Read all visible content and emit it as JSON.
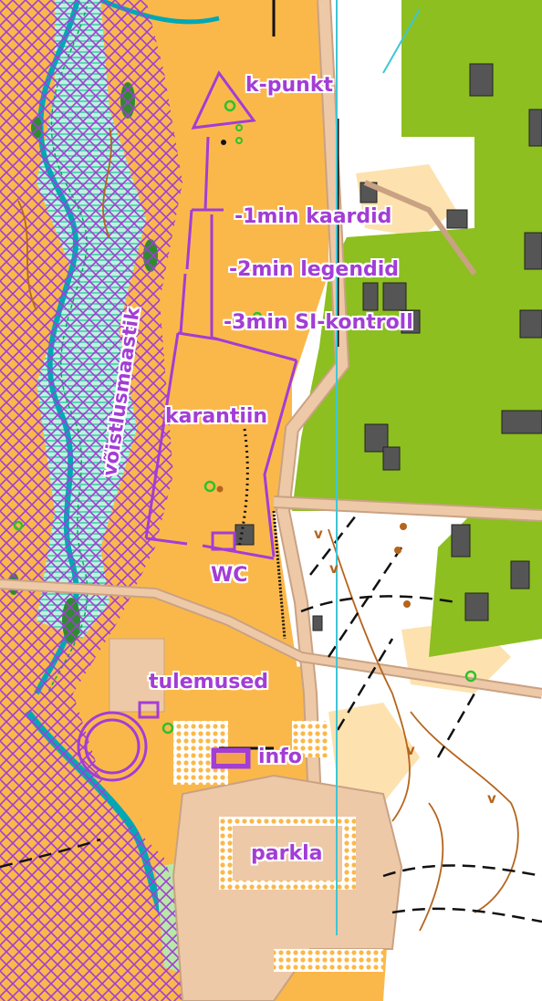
{
  "map": {
    "labels": {
      "kpunkt": "k-punkt",
      "kaardid": "-1min kaardid",
      "legendid": "-2min legendid",
      "sikontroll": "-3min SI-kontroll",
      "voistlusmaastik": "võistlusmaastik",
      "karantiin": "karantiin",
      "wc": "WC",
      "tulemused": "tulemused",
      "info": "info",
      "parkla": "parkla"
    },
    "colors": {
      "course": "#a23dd6",
      "open_land": "#fbb84a",
      "rough_open": "#fde2b0",
      "forest_green": "#8cbf1f",
      "building": "#555555",
      "road_fill": "#eec9a8",
      "road_edge": "#c9a283",
      "water": "#00a8b5",
      "marsh": "#7de6c9",
      "contour": "#b5651d",
      "meridian": "#3fc6d4"
    }
  }
}
